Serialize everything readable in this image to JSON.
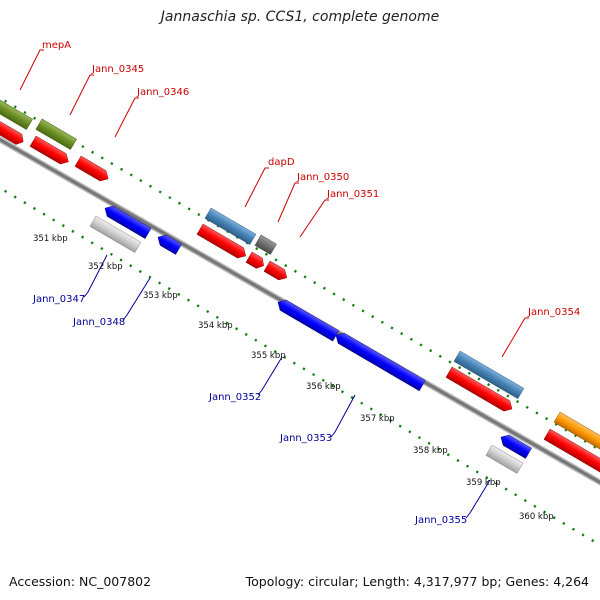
{
  "title": "Jannaschia sp. CCS1, complete genome",
  "footer": {
    "accession": "Accession: NC_007802",
    "summary": "Topology: circular; Length: 4,317,977 bp; Genes: 4,264"
  },
  "colors": {
    "forward_label": "#cc0000",
    "reverse_label": "#000099",
    "backbone": "#8a8a8a",
    "gc_dots": "#108010"
  },
  "tick_labels": [
    "351 kbp",
    "352 kbp",
    "353 kbp",
    "354 kbp",
    "355 kbp",
    "356 kbp",
    "357 kbp",
    "358 kbp",
    "359 kbp",
    "360 kbp"
  ],
  "gene_labels": {
    "forward": [
      "mepA",
      "Jann_0345",
      "Jann_0346",
      "dapD",
      "Jann_0350",
      "Jann_0351",
      "Jann_0354"
    ],
    "reverse": [
      "Jann_0347",
      "Jann_0348",
      "Jann_0352",
      "Jann_0353",
      "Jann_0355"
    ]
  },
  "feature_colors": {
    "gene_forward": "#ff0000",
    "gene_reverse": "#0000ff",
    "cog_olive": "#6b8e23",
    "cog_steelblue": "#4682b4",
    "cog_gray": "#707070",
    "cog_silver": "#c8c8c8",
    "cog_orange": "#ff9900"
  }
}
